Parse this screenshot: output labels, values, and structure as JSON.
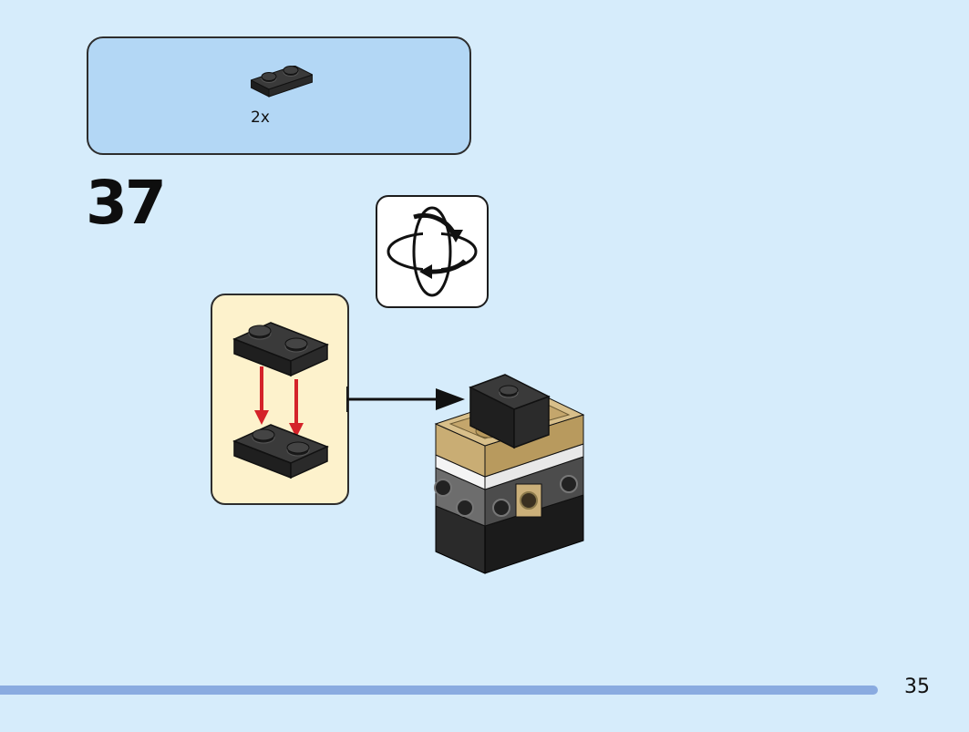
{
  "parts_list": {
    "items": [
      {
        "icon": "black-1x2-plate-icon",
        "quantity": "2x"
      }
    ]
  },
  "step": {
    "number": "37"
  },
  "rotate_hint": {
    "icon": "rotate-model-icon"
  },
  "callout": {
    "icon": "plate-stack-icon",
    "description_icons": [
      "black-1x2-plate-icon",
      "red-down-arrow-icon"
    ]
  },
  "assembly": {
    "icon": "tile-with-stud-icon"
  },
  "footer": {
    "page_number": "35"
  },
  "colors": {
    "background": "#d6ecfb",
    "parts_box": "#b3d7f5",
    "callout": "#fdf2cc",
    "footer_bar": "#8aabe0",
    "brick_black": "#2b2b2b",
    "brick_tan": "#cbb07a",
    "arrow_red": "#d4232a"
  }
}
